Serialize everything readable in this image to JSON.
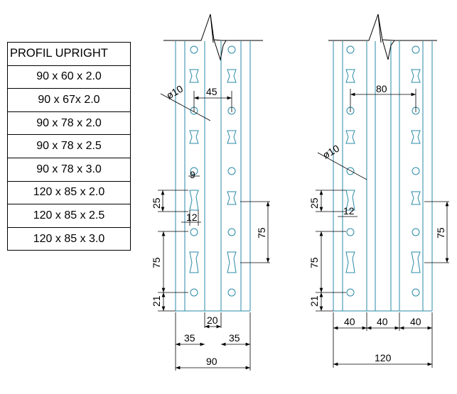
{
  "table": {
    "header": "PROFIL UPRIGHT",
    "rows": [
      "90 x 60 x 2.0",
      "90 x 67x 2.0",
      "90 x 78 x 2.0",
      "90 x 78 x 2.5",
      "90 x 78 x 3.0",
      "120 x 85 x 2.0",
      "120 x 85 x 2.5",
      "120 x 85 x 3.0"
    ]
  },
  "left_profile": {
    "hole_dia": "ø10",
    "dim_hole_spacing": "45",
    "dim_slot_width": "9",
    "dim_slot_height": "25",
    "dim_slot_offset": "12",
    "dim_pitch_right": "75",
    "dim_pitch_left": "75",
    "dim_bottom": "21",
    "dim_side_left": "35",
    "dim_center": "20",
    "dim_side_right": "35",
    "dim_total": "90"
  },
  "right_profile": {
    "hole_dia": "ø10",
    "dim_hole_spacing": "80",
    "dim_slot_height": "25",
    "dim_slot_offset": "12",
    "dim_pitch_right": "75",
    "dim_pitch_left": "75",
    "dim_bottom": "21",
    "dim_seg_left": "40",
    "dim_seg_center": "40",
    "dim_seg_right": "40",
    "dim_total": "120"
  },
  "colors": {
    "profile_line": "#2a8aa8",
    "dim_line": "#000000"
  }
}
